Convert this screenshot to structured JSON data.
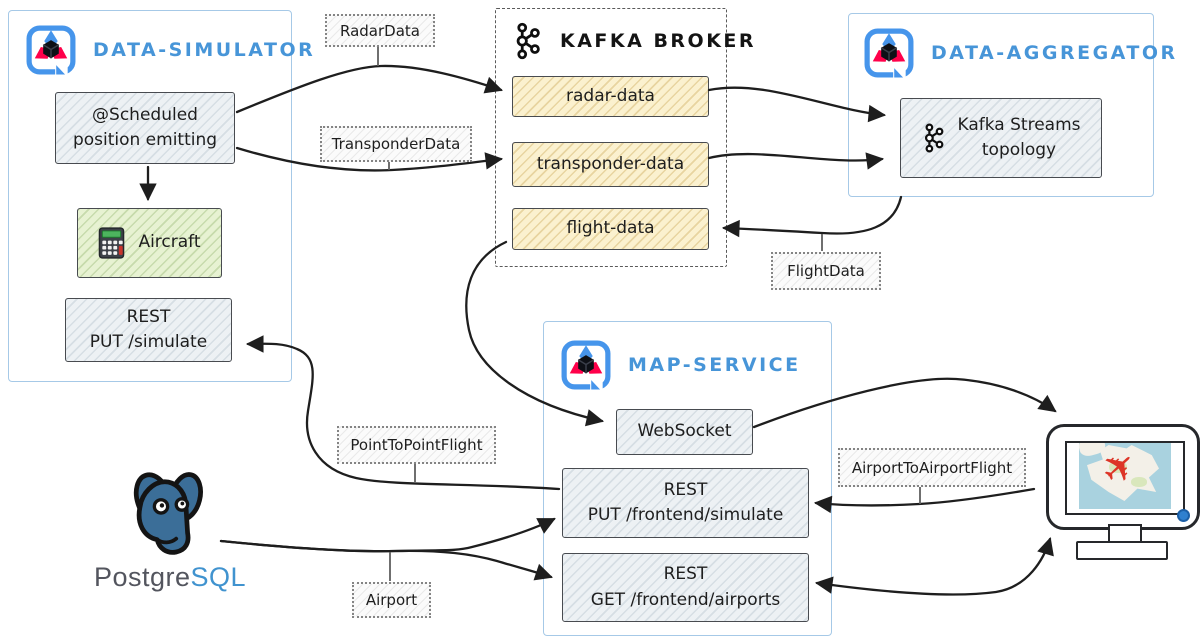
{
  "services": {
    "data_simulator": {
      "title": "DATA-SIMULATOR"
    },
    "kafka_broker": {
      "title": "KAFKA BROKER"
    },
    "data_aggregator": {
      "title": "DATA-AGGREGATOR"
    },
    "map_service": {
      "title": "MAP-SERVICE"
    }
  },
  "nodes": {
    "scheduled": {
      "line1": "@Scheduled",
      "line2": "position emitting"
    },
    "aircraft": {
      "label": "Aircraft"
    },
    "rest_simulate": {
      "line1": "REST",
      "line2": "PUT /simulate"
    },
    "topic_radar": {
      "label": "radar-data"
    },
    "topic_transponder": {
      "label": "transponder-data"
    },
    "topic_flight": {
      "label": "flight-data"
    },
    "kafka_streams": {
      "line1": "Kafka Streams",
      "line2": "topology"
    },
    "websocket": {
      "label": "WebSocket"
    },
    "rest_put_frontend": {
      "line1": "REST",
      "line2": "PUT /frontend/simulate"
    },
    "rest_get_frontend": {
      "line1": "REST",
      "line2": "GET /frontend/airports"
    }
  },
  "edge_labels": {
    "radar_data": "RadarData",
    "transponder_data": "TransponderData",
    "flight_data": "FlightData",
    "point_to_point": "PointToPointFlight",
    "airport_to_airport": "AirportToAirportFlight",
    "airport": "Airport"
  },
  "postgresql": {
    "name_gray": "Postgre",
    "name_blue": "SQL"
  },
  "icons": {
    "airplane_glyph": "✈"
  },
  "colors": {
    "service_border": "#a6c9e7",
    "service_title": "#4795d8",
    "topic_fill": "#fbf1cf",
    "aircraft_fill": "#e7f2d2",
    "node_fill": "#edf1f4",
    "arrow": "#1e1e1e",
    "quarkus_blue": "#4695EB",
    "quarkus_red": "#FF004A",
    "postgres_blue": "#3b6e98",
    "plane_red": "#dd3527"
  }
}
